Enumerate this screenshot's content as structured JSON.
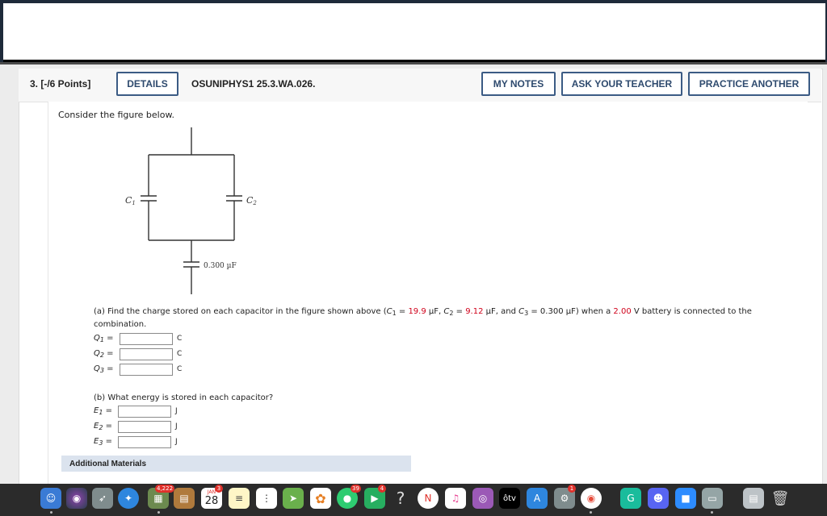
{
  "question": {
    "number_label": "3. [-/6 Points]",
    "details_label": "DETAILS",
    "code": "OSUNIPHYS1 25.3.WA.026.",
    "my_notes_label": "MY NOTES",
    "ask_teacher_label": "ASK YOUR TEACHER",
    "practice_label": "PRACTICE ANOTHER"
  },
  "intro": "Consider the figure below.",
  "figure": {
    "c1_label": "C",
    "c1_sub": "1",
    "c2_label": "C",
    "c2_sub": "2",
    "c3_value": "0.300 µF"
  },
  "part_a": {
    "text1": "(a) Find the charge stored on each capacitor in the figure shown above (",
    "c1": "C",
    "c1_sub": "1",
    "c1_eq": " = ",
    "c1_val": "19.9",
    "c1_unit": " µF, ",
    "c2": "C",
    "c2_sub": "2",
    "c2_eq": " = ",
    "c2_val": "9.12",
    "c2_unit": " µF, and ",
    "c3": "C",
    "c3_sub": "3",
    "c3_rest": " = 0.300 µF) when a ",
    "voltage": "2.00",
    "text2": " V battery is connected to the",
    "text3": "combination.",
    "rows": [
      {
        "sym": "Q",
        "sub": "1",
        "eq": " =",
        "unit": "C"
      },
      {
        "sym": "Q",
        "sub": "2",
        "eq": " =",
        "unit": "C"
      },
      {
        "sym": "Q",
        "sub": "3",
        "eq": " =",
        "unit": "C"
      }
    ]
  },
  "part_b": {
    "text": "(b) What energy is stored in each capacitor?",
    "rows": [
      {
        "sym": "E",
        "sub": "1",
        "eq": " =",
        "unit": "J"
      },
      {
        "sym": "E",
        "sub": "2",
        "eq": " =",
        "unit": "J"
      },
      {
        "sym": "E",
        "sub": "3",
        "eq": " =",
        "unit": "J"
      }
    ]
  },
  "additional_materials": "Additional Materials",
  "dock": {
    "badges": {
      "photos": "4,222",
      "calendar_badge": "3",
      "messages_badge": "39",
      "facetime_badge": "4",
      "appstore_badge": "1"
    },
    "calendar_month": "JAN",
    "calendar_day": "28",
    "help_glyph": "?",
    "tv_label": "ôtv"
  },
  "colors": {
    "accent_border": "#3b5b84",
    "given_value": "#d0021b",
    "additional_bg": "#dbe3ee"
  }
}
